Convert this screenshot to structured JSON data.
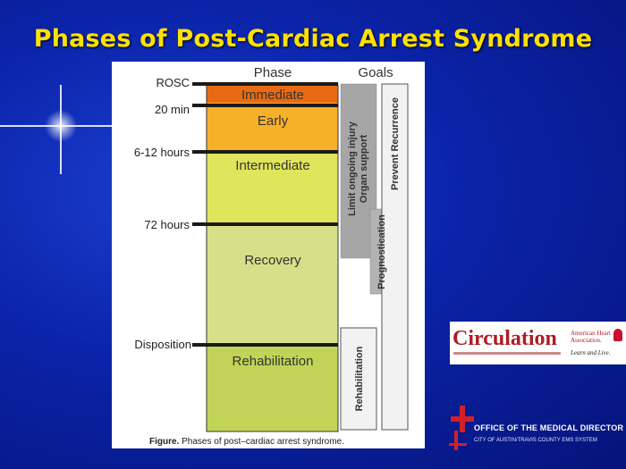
{
  "slide": {
    "title": "Phases of Post-Cardiac Arrest Syndrome"
  },
  "figure": {
    "header_phase": "Phase",
    "header_goals": "Goals",
    "time_markers": [
      "ROSC",
      "20 min",
      "6-12 hours",
      "72 hours",
      "Disposition"
    ],
    "phases": [
      {
        "name": "Immediate",
        "color": "#e86b13"
      },
      {
        "name": "Early",
        "color": "#f7b02a"
      },
      {
        "name": "Intermediate",
        "color": "#dfe65c"
      },
      {
        "name": "Recovery",
        "color": "#d9df88"
      },
      {
        "name": "Rehabilitation",
        "color": "#c1d457"
      }
    ],
    "goals": {
      "limit_injury_line1": "Limit ongoing injury",
      "limit_injury_line2": "Organ support",
      "prevent_recurrence": "Prevent Recurrence",
      "prognostication": "Prognostication",
      "rehabilitation": "Rehabilitation"
    },
    "caption_bold": "Figure.",
    "caption_text": " Phases of post–cardiac arrest syndrome."
  },
  "circulation_logo": {
    "wordmark": "Circulation",
    "aha_line1": "American Heart",
    "aha_line2": "Association.",
    "tagline": "Learn and Live."
  },
  "omd_logo": {
    "title": "OFFICE OF THE MEDICAL DIRECTOR",
    "subtitle": "CITY OF AUSTIN/TRAVIS COUNTY EMS SYSTEM"
  },
  "colors": {
    "title": "#ffe100",
    "background": "#0a23a8",
    "goal_gray": "#a6a6a6",
    "circulation_red": "#b01b23"
  }
}
